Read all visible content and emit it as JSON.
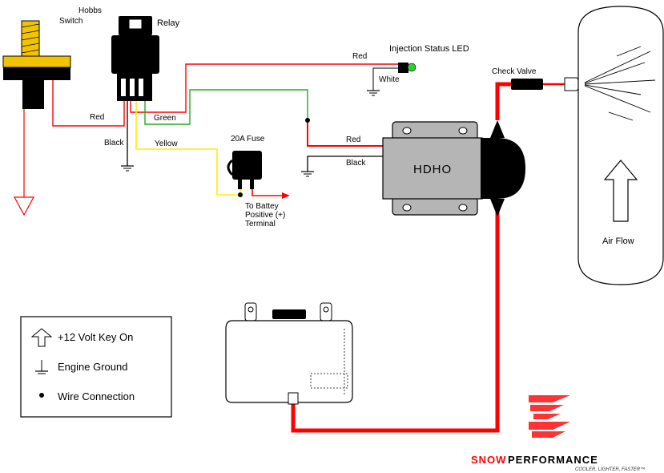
{
  "labels": {
    "hobbs_switch_line1": "Hobbs",
    "hobbs_switch_line2": "Switch",
    "relay": "Relay",
    "injection_status_led": "Injection Status LED",
    "wire_red_top": "Red",
    "wire_white": "White",
    "check_valve": "Check Valve",
    "wire_red_hobbs": "Red",
    "wire_green": "Green",
    "wire_black_relay": "Black",
    "wire_yellow": "Yellow",
    "fuse": "20A Fuse",
    "wire_red_hdho": "Red",
    "wire_black_hdho": "Black",
    "hdho": "HDHO",
    "battery_line1": "To Battey",
    "battery_line2": "Positive (+)",
    "battery_line3": "Terminal",
    "air_flow": "Air Flow"
  },
  "legend": {
    "key_on": "+12 Volt Key On",
    "ground": "Engine Ground",
    "connection": "Wire Connection"
  },
  "brand": {
    "word1": "SNOW",
    "word2": "PERFORMANCE",
    "tagline": "COOLER, LIGHTER, FASTER™"
  },
  "colors": {
    "red_wire": "#ff0000",
    "green_wire": "#22aa22",
    "yellow_wire": "#ffee00",
    "black_wire": "#000000",
    "hdho_body": "#b5b5b5",
    "led": "#33cc33",
    "switch_body": "#f2c300"
  }
}
